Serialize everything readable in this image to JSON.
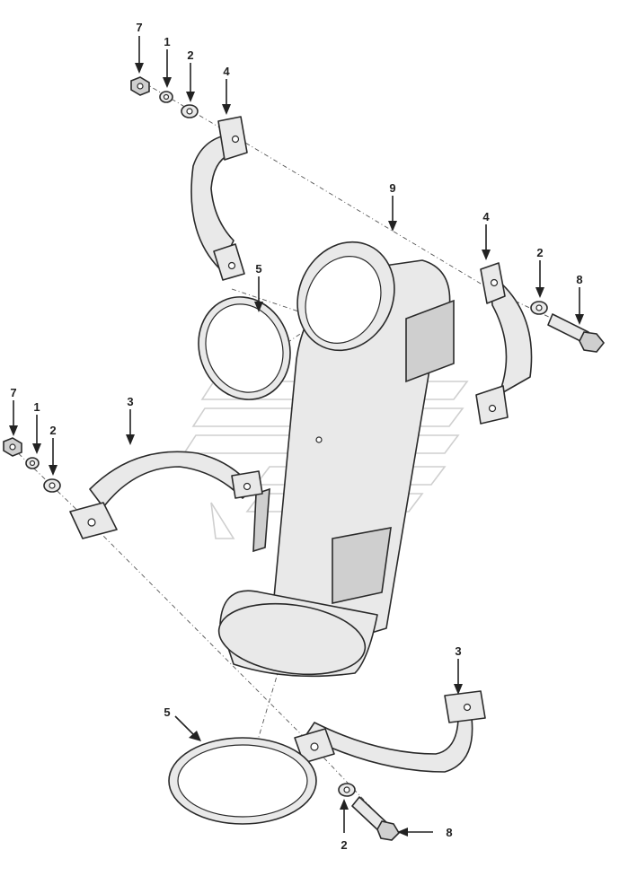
{
  "callouts": [
    {
      "id": "c7a",
      "label": "7"
    },
    {
      "id": "c1a",
      "label": "1"
    },
    {
      "id": "c2a",
      "label": "2"
    },
    {
      "id": "c4a",
      "label": "4"
    },
    {
      "id": "c9",
      "label": "9"
    },
    {
      "id": "c4b",
      "label": "4"
    },
    {
      "id": "c2b",
      "label": "2"
    },
    {
      "id": "c8a",
      "label": "8"
    },
    {
      "id": "c5a",
      "label": "5"
    },
    {
      "id": "c7b",
      "label": "7"
    },
    {
      "id": "c1b",
      "label": "1"
    },
    {
      "id": "c2c",
      "label": "2"
    },
    {
      "id": "c3a",
      "label": "3"
    },
    {
      "id": "c3b",
      "label": "3"
    },
    {
      "id": "c5b",
      "label": "5"
    },
    {
      "id": "c2d",
      "label": "2"
    },
    {
      "id": "c8b",
      "label": "8"
    }
  ]
}
